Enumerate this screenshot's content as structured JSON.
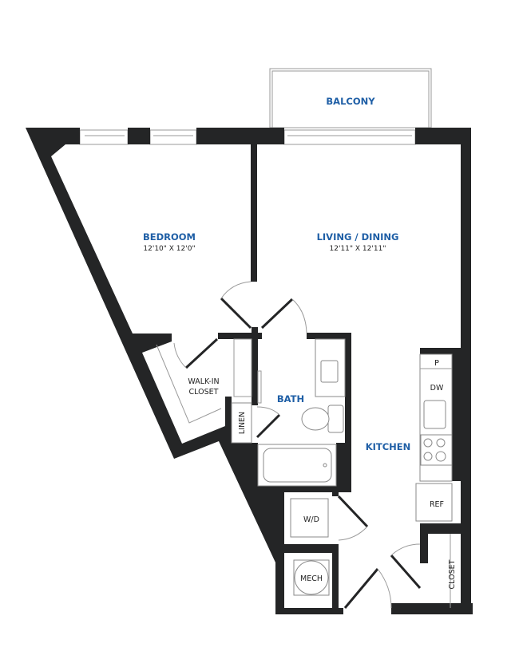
{
  "colors": {
    "wall": "#242526",
    "room_label": "#1f5fa6"
  },
  "rooms": {
    "balcony": {
      "label": "BALCONY"
    },
    "bedroom": {
      "label": "BEDROOM",
      "dimensions": "12'10\" X 12'0\""
    },
    "living": {
      "label": "LIVING / DINING",
      "dimensions": "12'11\" X 12'11\""
    },
    "walkin": {
      "label_line1": "WALK-IN",
      "label_line2": "CLOSET"
    },
    "bath": {
      "label": "BATH"
    },
    "linen": {
      "label": "LINEN"
    },
    "kitchen": {
      "label": "KITCHEN"
    },
    "closet": {
      "label": "CLOSET"
    },
    "wd": {
      "label": "W/D"
    },
    "mech": {
      "label": "MECH"
    }
  },
  "appliances": {
    "pantry": "P",
    "dishwasher": "DW",
    "refrigerator": "REF"
  }
}
